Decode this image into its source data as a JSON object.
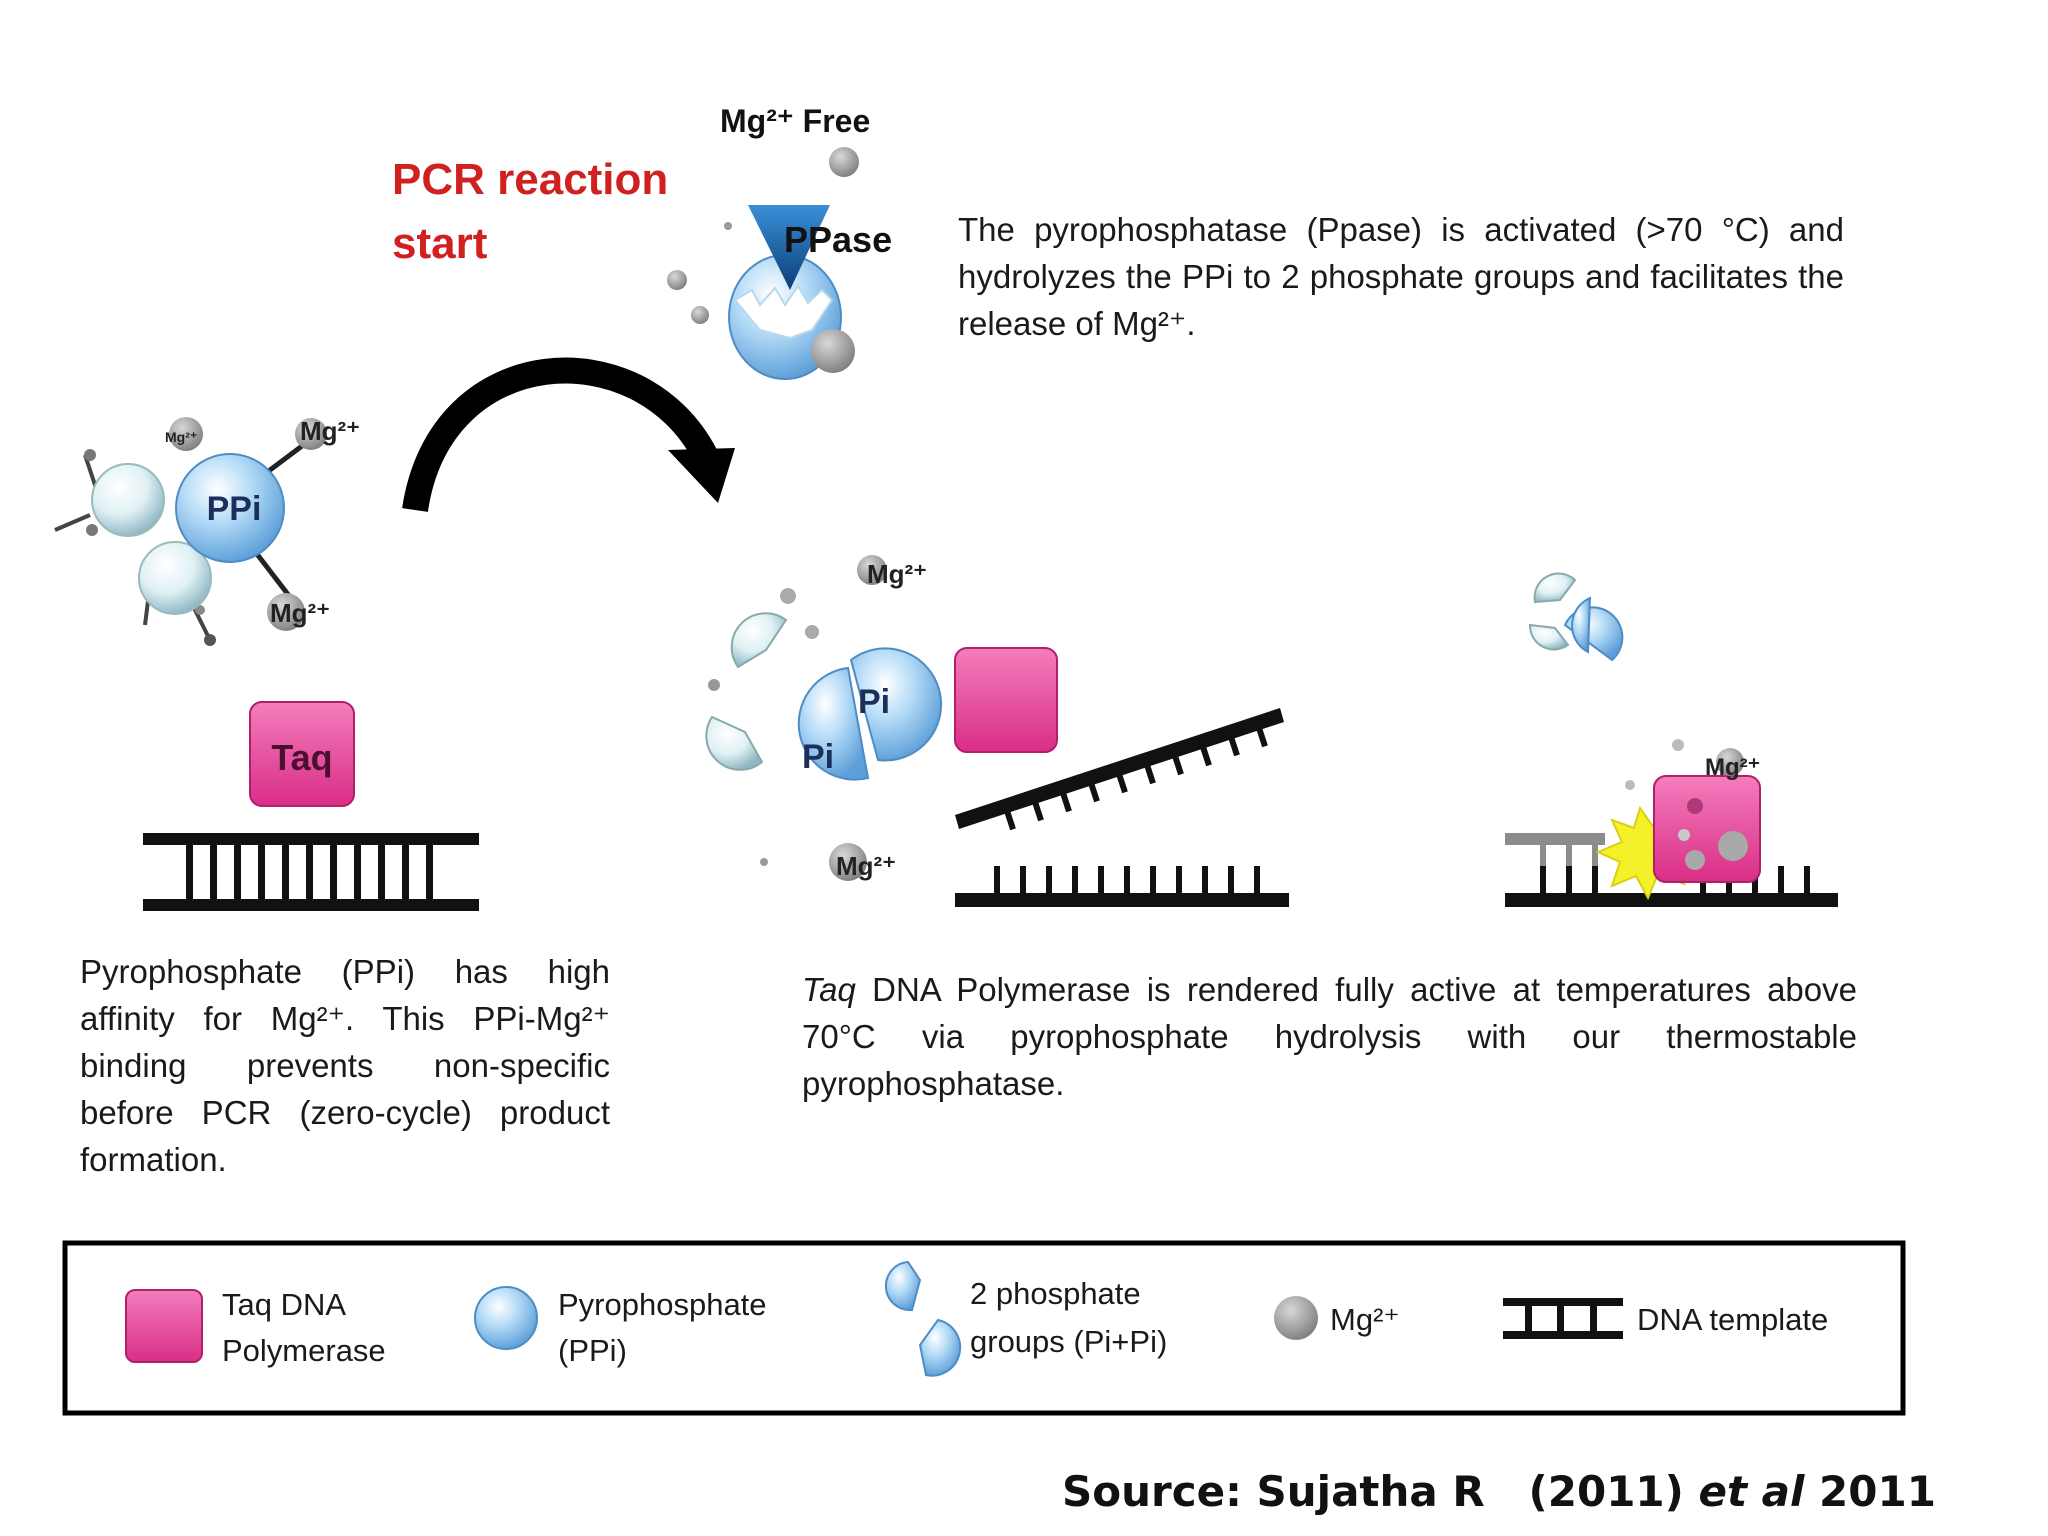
{
  "labels": {
    "mg_free": "Mg²⁺ Free",
    "pcr_start_line1": "PCR reaction",
    "pcr_start_line2": "start",
    "ppase": "PPase",
    "ppi": "PPi",
    "mg_small": "Mg²⁺",
    "mg2plus": "Mg²⁺",
    "taq": "Taq",
    "pi": "Pi",
    "mg_partial": "Mg²⁺"
  },
  "text": {
    "ppase_desc": "The pyrophosphatase (Ppase) is activated (>70 °C) and hydrolyzes the PPi to 2 phosphate groups and facilitates the release of Mg²⁺.",
    "ppi_desc": "Pyrophosphate (PPi) has high affinity for Mg²⁺. This PPi-Mg²⁺ binding prevents non-specific before PCR (zero-cycle) product formation.",
    "taq_desc_italic": "Taq",
    "taq_desc_rest": " DNA Polymerase is rendered fully active at temperatures above 70°C via pyrophosphate hydrolysis with our thermostable pyrophosphatase."
  },
  "legend": {
    "taq_line1": "Taq DNA",
    "taq_line2": "Polymerase",
    "ppi_line1": "Pyrophosphate",
    "ppi_line2": "(PPi)",
    "pi_line1": "2 phosphate",
    "pi_line2": "groups (Pi+Pi)",
    "mg": "Mg²⁺",
    "dna": "DNA template"
  },
  "source": {
    "prefix": "Source: Sujatha R   (2011) ",
    "etal": "et al",
    "suffix": " 2011"
  },
  "colors": {
    "taq_pink": "#e8459a",
    "ppi_blue": "#8fc3ee",
    "mg_gray": "#9a9a9a",
    "ppase_blue": "#1565a8",
    "title_red": "#d02020",
    "spark_yellow": "#f5f02a"
  }
}
